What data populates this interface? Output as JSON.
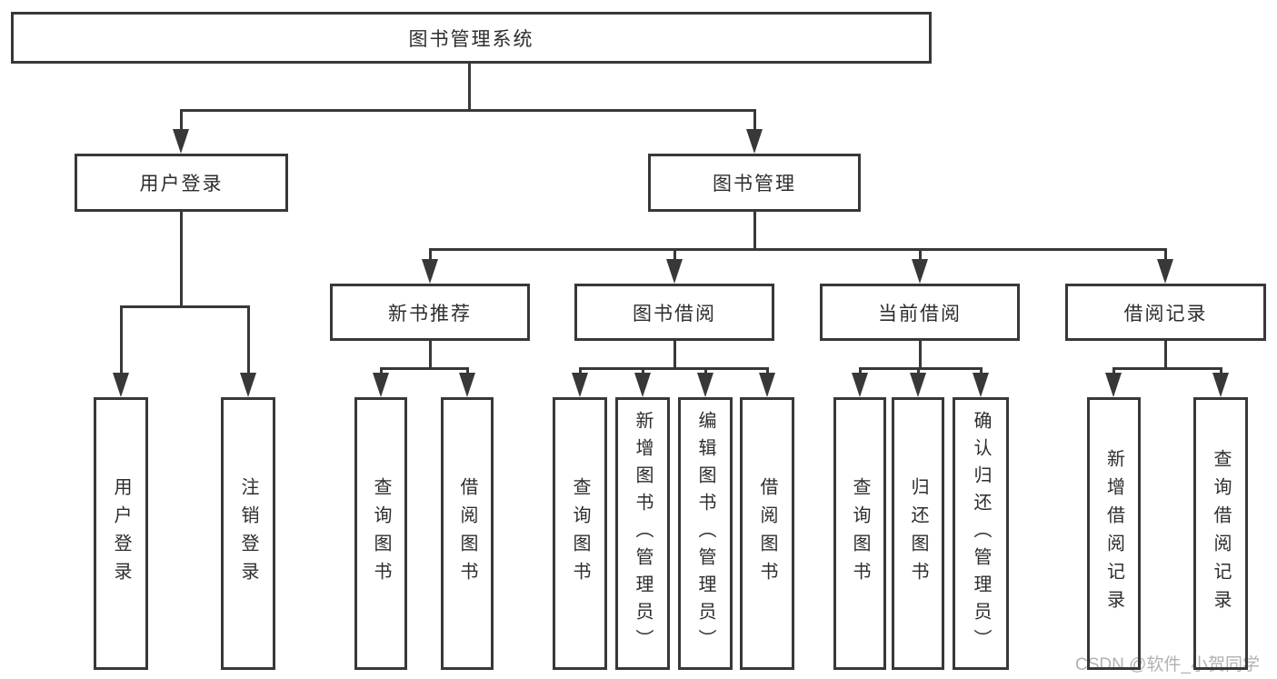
{
  "diagram": {
    "type": "hierarchy-tree",
    "tree": {
      "root": {
        "label": "图书管理系统"
      },
      "branches": [
        {
          "label": "用户登录",
          "children": [
            {
              "label": "用户登录"
            },
            {
              "label": "注销登录"
            }
          ]
        },
        {
          "label": "图书管理",
          "children": [
            {
              "label": "新书推荐",
              "children": [
                {
                  "label": "查询图书"
                },
                {
                  "label": "借阅图书"
                }
              ]
            },
            {
              "label": "图书借阅",
              "children": [
                {
                  "label": "查询图书"
                },
                {
                  "label": "新增图书（管理员）"
                },
                {
                  "label": "编辑图书（管理员）"
                },
                {
                  "label": "借阅图书"
                }
              ]
            },
            {
              "label": "当前借阅",
              "children": [
                {
                  "label": "查询图书"
                },
                {
                  "label": "归还图书"
                },
                {
                  "label": "确认归还（管理员）"
                }
              ]
            },
            {
              "label": "借阅记录",
              "children": [
                {
                  "label": "新增借阅记录"
                },
                {
                  "label": "查询借阅记录"
                }
              ]
            }
          ]
        }
      ]
    }
  },
  "watermark": {
    "text": "CSDN @软件_小贺同学"
  },
  "colors": {
    "line": "#383838",
    "text": "#2d2d2d",
    "watermark": "#b2b2b2",
    "background": "#ffffff"
  }
}
